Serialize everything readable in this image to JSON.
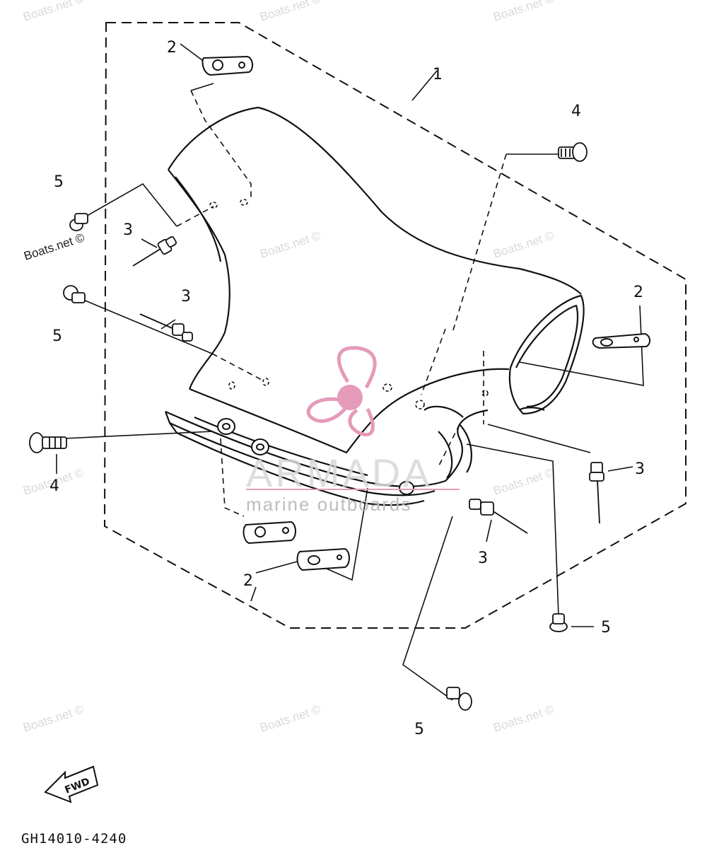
{
  "diagram": {
    "part_labels": {
      "l1": "1",
      "l2a": "2",
      "l2b": "2",
      "l2c": "2",
      "l3a": "3",
      "l3b": "3",
      "l3c": "3",
      "l3d": "3",
      "l4a": "4",
      "l4b": "4",
      "l5a": "5",
      "l5b": "5",
      "l5c": "5",
      "l5d": "5"
    },
    "direction_arrow": "FWD",
    "drawing_code": "GH14010-4240",
    "watermark_text": "Boats.net ©",
    "brand": {
      "name": "ARMADA",
      "tagline": "marine outboards",
      "accent_color": "#e59ab9"
    }
  }
}
